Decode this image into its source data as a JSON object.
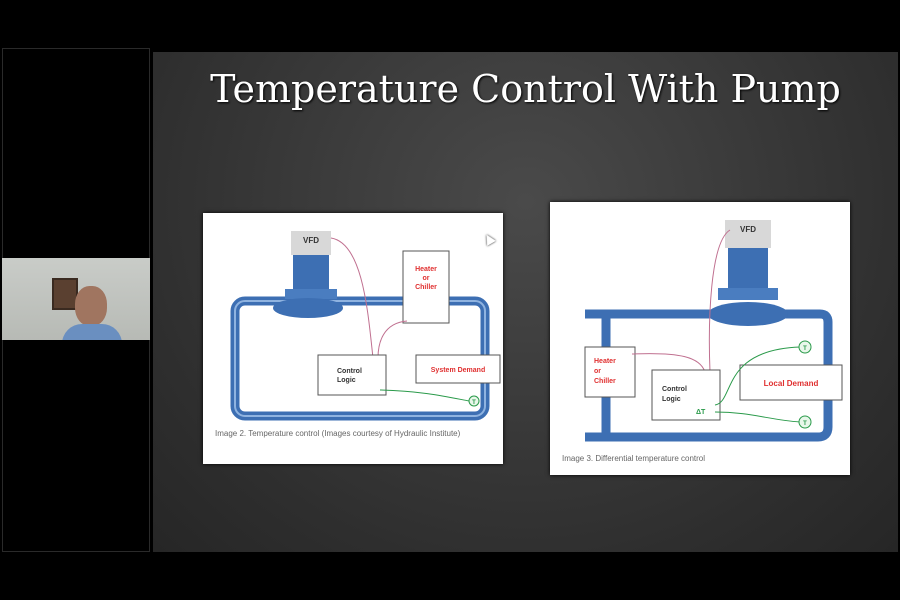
{
  "slide": {
    "title": "Temperature Control With Pump",
    "figures": [
      {
        "caption": "Image 2. Temperature control (Images courtesy of Hydraulic Institute)",
        "labels": {
          "vfd": "VFD",
          "heater1": "Heater",
          "heater2": "or",
          "heater3": "Chiller",
          "control1": "Control",
          "control2": "Logic",
          "demand": "System Demand",
          "sensor": "T"
        }
      },
      {
        "caption": "Image 3. Differential temperature control",
        "labels": {
          "vfd": "VFD",
          "heater1": "Heater",
          "heater2": "or",
          "heater3": "Chiller",
          "control1": "Control",
          "control2": "Logic",
          "delta": "ΔT",
          "demand": "Local Demand",
          "sensor": "T"
        }
      }
    ]
  },
  "colors": {
    "pipe": "#3d6fb3",
    "label_red": "#e03030",
    "sensor_green": "#2a9a4a"
  }
}
